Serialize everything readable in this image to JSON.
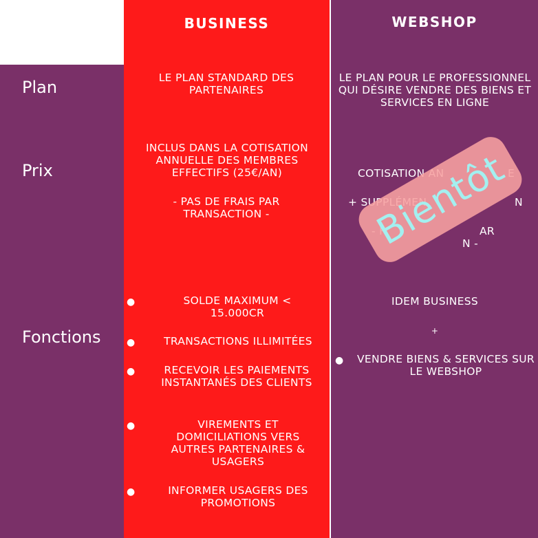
{
  "headers": {
    "business": "BUSINESS",
    "webshop": "WEBSHOP"
  },
  "rows": {
    "plan": "Plan",
    "prix": "Prix",
    "fonctions": "Fonctions"
  },
  "business": {
    "plan": "LE PLAN STANDARD DES PARTENAIRES",
    "prix_1": "INCLUS DANS LA COTISATION ANNUELLE DES MEMBRES EFFECTIFS (25€/AN)",
    "prix_2": "- PAS DE FRAIS PAR TRANSACTION -",
    "bullet": "●",
    "fonctions": [
      "SOLDE MAXIMUM < 15.000CR",
      "TRANSACTIONS ILLIMITÉES",
      "RECEVOIR LES PAIEMENTS INSTANTANÉS DES CLIENTS",
      "VIREMENTS ET DOMICILIATIONS VERS AUTRES PARTENAIRES & USAGERS",
      "INFORMER USAGERS DES PROMOTIONS"
    ]
  },
  "webshop": {
    "plan": "LE PLAN POUR LE PROFESSIONNEL QUI DÉSIRE VENDRE DES BIENS ET SERVICES EN LIGNE",
    "prix_1": "COTISATION AN",
    "prix_1_end": "E",
    "prix_2": "+ SUPPLÉMEN",
    "prix_2_end": "N",
    "prix_3": "- F",
    "prix_3_end": "AR",
    "prix_4": "N -",
    "fonctions_1": "IDEM BUSINESS",
    "plus": "+",
    "bullet": "●",
    "fonctions_2": "VENDRE BIENS & SERVICES SUR LE WEBSHOP"
  },
  "stamp": {
    "text": "Bientôt",
    "bg_color": "#f7a0a0",
    "text_color": "#a3f0f0"
  },
  "colors": {
    "business": "#fe1a1a",
    "purple": "#7a3068"
  }
}
